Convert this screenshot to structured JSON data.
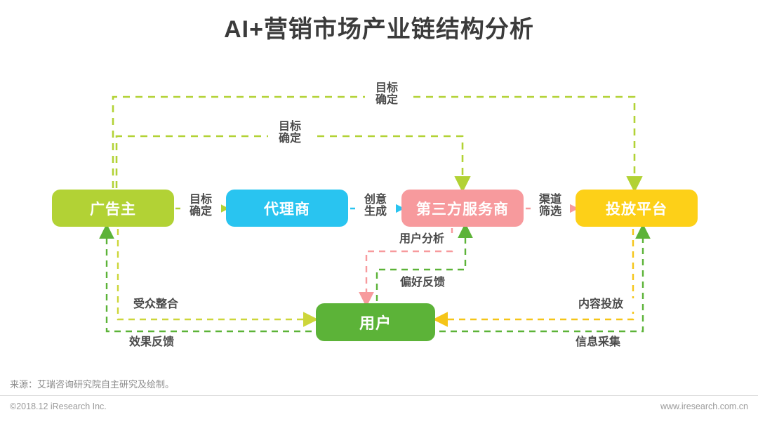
{
  "title": "AI+营销市场产业链结构分析",
  "colors": {
    "advertiser": "#b2d235",
    "agency": "#29c4f0",
    "thirdparty": "#f79a9d",
    "platform": "#fdd018",
    "user": "#5cb338",
    "edge_green_light": "#b2d235",
    "edge_green_dark": "#5cb338",
    "edge_yellow": "#f5c518",
    "edge_pink": "#f79a9d",
    "edge_blue": "#29c4f0",
    "title_text": "#3b3b3b",
    "label_text": "#4a4a4a"
  },
  "nodes": [
    {
      "id": "advertiser",
      "label": "广告主"
    },
    {
      "id": "agency",
      "label": "代理商"
    },
    {
      "id": "thirdparty",
      "label": "第三方服务商"
    },
    {
      "id": "platform",
      "label": "投放平台"
    },
    {
      "id": "user",
      "label": "用户"
    }
  ],
  "edges": [
    {
      "id": "goal-main",
      "label": "目标\n确定",
      "from": "advertiser",
      "to": "agency",
      "color": "#b2d235"
    },
    {
      "id": "creative",
      "label": "创意\n生成",
      "from": "agency",
      "to": "thirdparty",
      "color": "#29c4f0"
    },
    {
      "id": "channel",
      "label": "渠道\n筛选",
      "from": "thirdparty",
      "to": "platform",
      "color": "#f79a9d"
    },
    {
      "id": "goal-mid",
      "label": "目标\n确定",
      "from": "advertiser",
      "to": "thirdparty",
      "color": "#b2d235"
    },
    {
      "id": "goal-top",
      "label": "目标\n确定",
      "from": "advertiser",
      "to": "platform",
      "color": "#b2d235"
    },
    {
      "id": "user-analysis",
      "label": "用户分析",
      "from": "thirdparty",
      "to": "user",
      "color": "#f79a9d"
    },
    {
      "id": "preference",
      "label": "偏好反馈",
      "from": "user",
      "to": "thirdparty",
      "color": "#5cb338"
    },
    {
      "id": "audience",
      "label": "受众整合",
      "from": "advertiser",
      "to": "user",
      "color": "#cdd63a"
    },
    {
      "id": "effect",
      "label": "效果反馈",
      "from": "user",
      "to": "advertiser",
      "color": "#5cb338"
    },
    {
      "id": "content",
      "label": "内容投放",
      "from": "platform",
      "to": "user",
      "color": "#f5c518"
    },
    {
      "id": "info",
      "label": "信息采集",
      "from": "user",
      "to": "platform",
      "color": "#5cb338"
    }
  ],
  "footer": {
    "source": "来源：艾瑞咨询研究院自主研究及绘制。",
    "copyright": "©2018.12 iResearch Inc.",
    "site": "www.iresearch.com.cn"
  }
}
